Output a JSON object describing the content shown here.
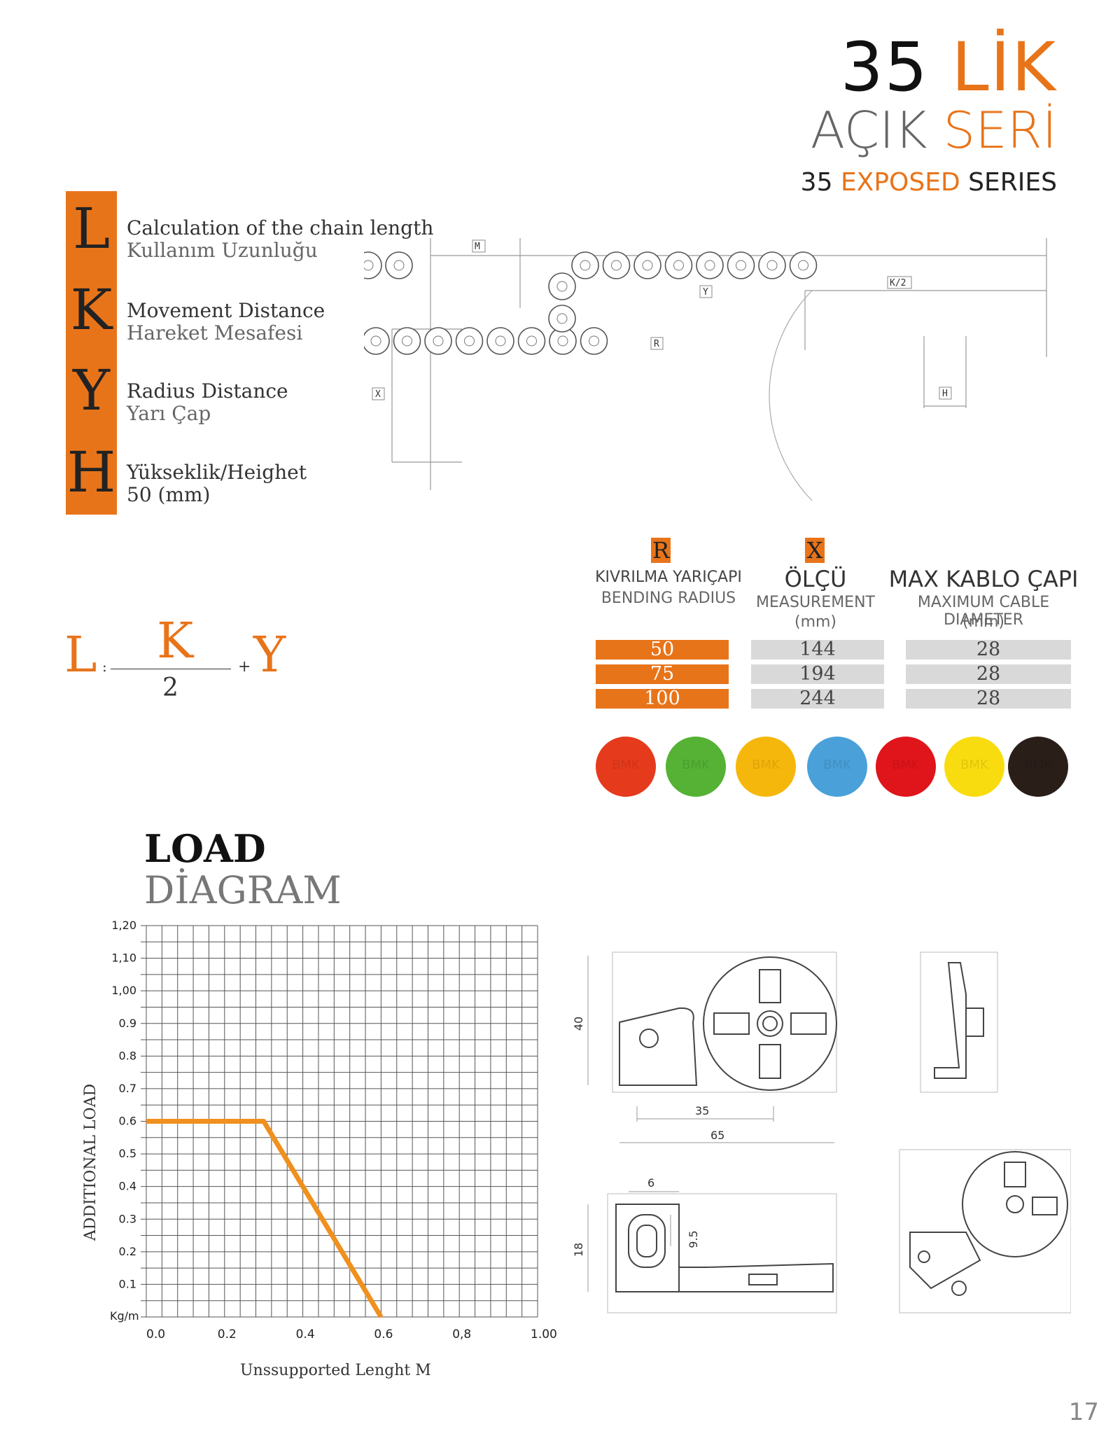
{
  "header": {
    "title_number": "35",
    "title_suffix": "LİK",
    "subtitle_part1": "AÇIK",
    "subtitle_part2": "SERİ",
    "series_part1": "35",
    "series_part2": "EXPOSED",
    "series_part3": "SERIES"
  },
  "legend": {
    "letters": [
      "L",
      "K",
      "Y",
      "H"
    ],
    "items": [
      {
        "en": "Calculation of the chain  length",
        "tr": "Kullanım Uzunluğu"
      },
      {
        "en": "Movement Distance",
        "tr": "Hareket Mesafesi"
      },
      {
        "en": "Radius Distance",
        "tr": "Yarı Çap"
      },
      {
        "en": "Yükseklik/Heighet",
        "tr": "50 (mm)"
      }
    ]
  },
  "diagram_labels": {
    "m": "M",
    "k2": "K/2",
    "y": "Y",
    "r": "R",
    "x": "X",
    "h": "H"
  },
  "formula": {
    "l": "L",
    "eq": ":",
    "k": "K",
    "div": "2",
    "plus": "+",
    "y": "Y"
  },
  "table": {
    "r_tag": "R",
    "x_tag": "X",
    "col1_title": "KIVRILMA YARIÇAPI",
    "col1_sub": "BENDING RADIUS",
    "col2_title": "ÖLÇÜ",
    "col2_sub": "MEASUREMENT",
    "col2_unit": "(mm)",
    "col3_title": "MAX KABLO ÇAPI",
    "col3_sub": "MAXIMUM CABLE DIAMETER",
    "col3_unit": "(mm)",
    "rows": [
      {
        "r": "50",
        "x": "144",
        "max": "28"
      },
      {
        "r": "75",
        "x": "194",
        "max": "28"
      },
      {
        "r": "100",
        "x": "244",
        "max": "28"
      }
    ]
  },
  "colors": {
    "accent": "#e8741a",
    "swatches": [
      "#e63a1c",
      "#55b235",
      "#f6b70c",
      "#4aa0d9",
      "#e0141b",
      "#f9dc10",
      "#2a1e19"
    ],
    "swatch_text": "BMK"
  },
  "load_diagram": {
    "title1": "LOAD",
    "title2": "DİAGRAM"
  },
  "chart_data": {
    "type": "line",
    "title": "",
    "xlabel": "Unssupported Lenght M",
    "ylabel": "ADDITIONAL LOAD",
    "yunit": "Kg/m",
    "x_ticks": [
      "0.0",
      "0.2",
      "0.4",
      "0.6",
      "0,8",
      "1.00"
    ],
    "y_ticks": [
      "0.1",
      "0.2",
      "0.3",
      "0.4",
      "0.5",
      "0.6",
      "0.7",
      "0.8",
      "0.9",
      "1,00",
      "1,10",
      "1,20"
    ],
    "xlim": [
      0,
      1.0
    ],
    "ylim": [
      0,
      1.2
    ],
    "grid": true,
    "series": [
      {
        "x": [
          0.0,
          0.3,
          0.6
        ],
        "y": [
          0.6,
          0.6,
          0.0
        ],
        "color": "#f0901e"
      }
    ]
  },
  "drawing_dims": {
    "h40": "40",
    "w35": "35",
    "w65": "65",
    "d6": "6",
    "d95": "9.5",
    "h18": "18"
  },
  "page_number": "17"
}
